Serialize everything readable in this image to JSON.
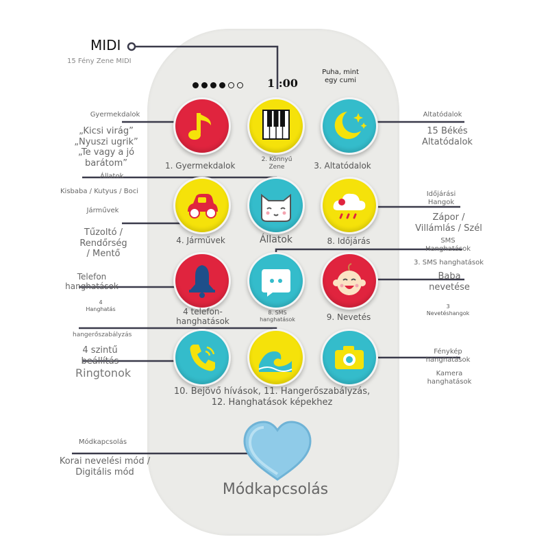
{
  "midi": {
    "title": "MIDI",
    "subtitle": "15 Fény Zene MIDI"
  },
  "status": {
    "time": "1 :00",
    "soft_label": "Puha, mint egy cumi",
    "dots_filled": 4,
    "dots_empty": 2
  },
  "buttons": {
    "b1": {
      "icon": "music-note-icon",
      "color": "#e0243e",
      "label": "1. Gyermekdalok"
    },
    "b2": {
      "icon": "piano-keys-icon",
      "color": "#f5e20a",
      "label": "2. Könnyű Zene"
    },
    "b3": {
      "icon": "moon-stars-icon",
      "color": "#34bccb",
      "label": "3. Altatódalok"
    },
    "b4": {
      "icon": "car-icon",
      "color": "#f5e20a",
      "label": "4. Járművek"
    },
    "b5": {
      "icon": "cat-face-icon",
      "color": "#34bccb",
      "label": "Állatok"
    },
    "b6": {
      "icon": "rain-cloud-icon",
      "color": "#f5e20a",
      "label": "8. Időjárás"
    },
    "b7": {
      "icon": "bell-icon",
      "color": "#e0243e",
      "label": "4 telefon-hanghatások"
    },
    "b8": {
      "icon": "chat-bubble-icon",
      "color": "#34bccb",
      "label": "8. SMS hanghatások"
    },
    "b9": {
      "icon": "baby-face-icon",
      "color": "#e0243e",
      "label": "9. Nevetés"
    },
    "b10": {
      "icon": "phone-handset-icon",
      "color": "#34bccb"
    },
    "b11": {
      "icon": "wave-icon",
      "color": "#f5e20a"
    },
    "b12": {
      "icon": "camera-icon",
      "color": "#34bccb"
    }
  },
  "bottom_row_caption": [
    "10. Bejövő hívások, 11. Hangerőszabályzás,",
    "12. Hanghatások képekhez"
  ],
  "mode_switch": {
    "icon": "heart-icon",
    "label": "Módkapcsolás"
  },
  "annotations": {
    "gyermekdalok": {
      "title": "Gyermekdalok",
      "body": [
        "„Kicsi virág”",
        "„Nyuszi ugrik”",
        "„Te vagy a jó",
        "barátom”"
      ]
    },
    "allatok": {
      "title": "Állatok",
      "body": "Kisbaba / Kutyus / Boci"
    },
    "jarmuvek": {
      "title": "Járművek",
      "body": [
        "Tűzoltó /",
        "Rendőrség",
        "/ Mentő"
      ]
    },
    "telefon": {
      "title": [
        "Telefon",
        "hanghatások"
      ],
      "count": [
        "4",
        "Hanghatás"
      ]
    },
    "hangero": {
      "title": "hangerőszabályzás",
      "body": [
        "4 szintű",
        "beállítás"
      ],
      "extra": "Ringtonok"
    },
    "modkapcsolas": {
      "title": "Módkapcsolás",
      "body": [
        "Korai nevelési mód /",
        "Digitális mód"
      ]
    },
    "altatodalok": {
      "title": "Altatódalok",
      "body": [
        "15 Békés",
        "Altatódalok"
      ]
    },
    "idojarasi": {
      "title": [
        "Időjárási",
        "Hangok"
      ],
      "body": [
        "Zápor /",
        "Villámlás / Szél"
      ]
    },
    "sms": {
      "title": [
        "SMS",
        "Hanghatások"
      ],
      "body": "3. SMS hanghatások"
    },
    "baba": {
      "title": [
        "Baba",
        "nevetése"
      ],
      "count": [
        "3",
        "Nevetéshangok"
      ]
    },
    "fenykep": {
      "title": [
        "Fénykép",
        "hanghatások"
      ],
      "body": [
        "Kamera",
        "hanghatások"
      ]
    }
  }
}
